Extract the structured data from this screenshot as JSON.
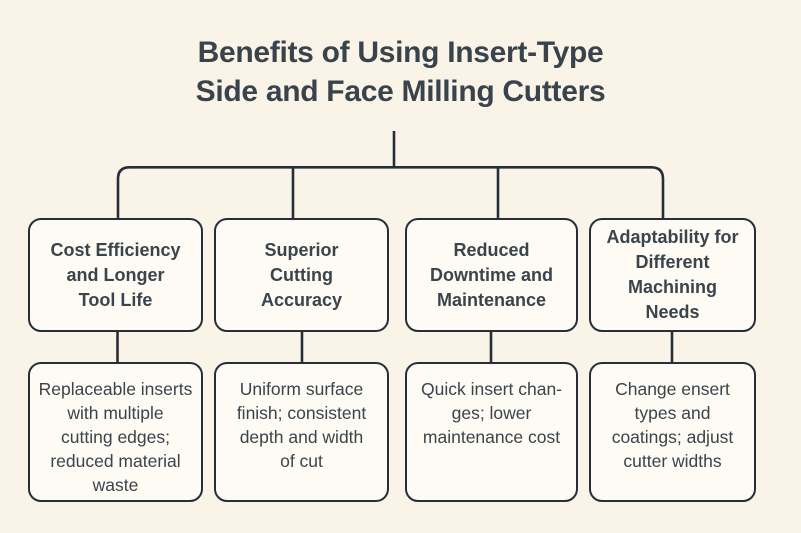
{
  "title": {
    "lines": [
      "Benefits of Using Insert-Type",
      "Side and Face Milling Cutters"
    ]
  },
  "colors": {
    "background": "#FAF4E8",
    "box_fill": "#FDFBF4",
    "line": "#262F38",
    "text": "#39434B"
  },
  "diagram": {
    "type": "tree",
    "root_label_is_title": true,
    "branches": [
      {
        "id": "cost-efficiency",
        "header": [
          "Cost Efficiency",
          "and Longer",
          "Tool Life"
        ],
        "detail": [
          "Replaceable inserts",
          "with multiple",
          "cutting edges;",
          "reduced material",
          "waste"
        ]
      },
      {
        "id": "cutting-accuracy",
        "header": [
          "Superior",
          "Cutting",
          "Accuracy"
        ],
        "detail": [
          "Uniform surface",
          "finish; consistent",
          "depth and width",
          "of cut"
        ]
      },
      {
        "id": "reduced-downtime",
        "header": [
          "Reduced",
          "Downtime and",
          "Maintenance"
        ],
        "detail": [
          "Quick insert chan-",
          "ges; lower",
          "maintenance cost"
        ]
      },
      {
        "id": "adaptability",
        "header": [
          "Adaptability for",
          "Different",
          "Machining",
          "Needs"
        ],
        "detail": [
          "Change ensert",
          "types and",
          "coatings; adjust",
          "cutter widths"
        ]
      }
    ]
  }
}
